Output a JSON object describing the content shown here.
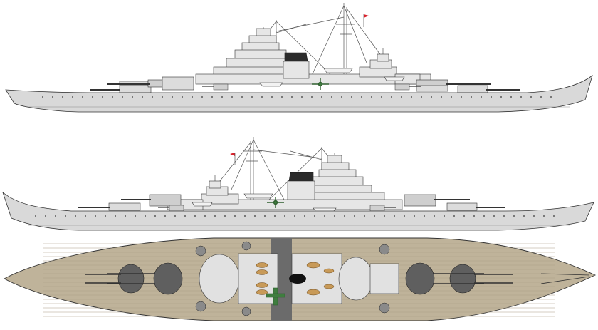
{
  "figure": {
    "views": [
      {
        "id": "starboard-profile"
      },
      {
        "id": "port-profile"
      },
      {
        "id": "plan-view"
      }
    ],
    "colors": {
      "hull": "#d9d9d9",
      "hull_shadow": "#bdbdbd",
      "superstructure": "#e6e6e6",
      "turret": "#9e9e9e",
      "turret_dark": "#5f5f5f",
      "funnel": "#2b2b2b",
      "deck": "#bfb39a",
      "deck_plank": "#a99d86",
      "deck_center": "#6b6b6b",
      "aircraft": "#3f7d3f",
      "boat": "#c89a58",
      "flag": "#d9202a",
      "line": "#333333",
      "waterline": "#8a8a8a"
    },
    "icons": [
      "ensign-flag-icon",
      "aircraft-icon",
      "ships-boat-icon",
      "main-turret-icon",
      "secondary-turret-icon"
    ]
  }
}
